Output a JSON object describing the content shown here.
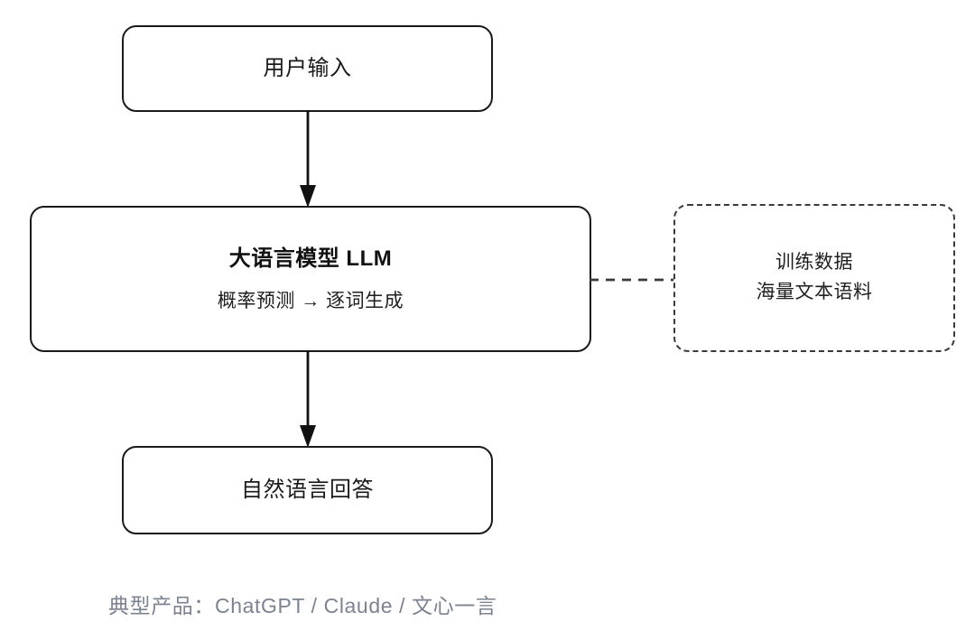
{
  "diagram": {
    "type": "flowchart",
    "orientation": "vertical",
    "background_color": "#ffffff",
    "stroke_color": "#1a1a1a",
    "dashed_stroke_color": "#3a3a3a",
    "caption_color": "#7b8391"
  },
  "nodes": {
    "user_input": {
      "label": "用户输入",
      "shape": "rounded-rect",
      "border": "solid"
    },
    "llm": {
      "title": "大语言模型 LLM",
      "subtitle": "概率预测 → 逐词生成",
      "shape": "rounded-rect",
      "border": "solid"
    },
    "training_data": {
      "line1": "训练数据",
      "line2": "海量文本语料",
      "shape": "rounded-rect",
      "border": "dashed"
    },
    "answer": {
      "label": "自然语言回答",
      "shape": "rounded-rect",
      "border": "solid"
    }
  },
  "connectors": {
    "input_to_llm": {
      "style": "solid",
      "arrowhead": "filled-triangle",
      "direction": "down"
    },
    "llm_to_answer": {
      "style": "solid",
      "arrowhead": "filled-triangle",
      "direction": "down"
    },
    "llm_to_training": {
      "style": "dashed",
      "arrowhead": "none",
      "direction": "right"
    }
  },
  "caption": {
    "text": "典型产品：ChatGPT / Claude / 文心一言"
  }
}
